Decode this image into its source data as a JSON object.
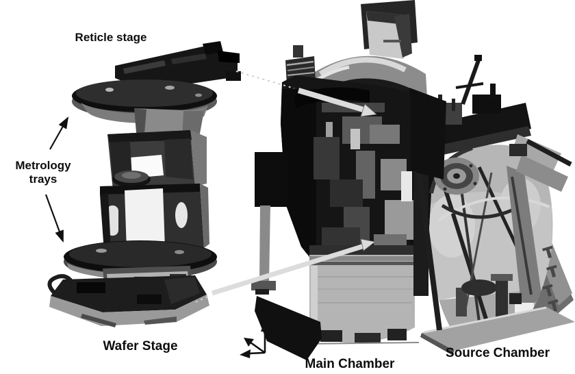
{
  "figure": {
    "labels": {
      "reticle_stage": "Reticle stage",
      "metrology_trays": {
        "line1": "Metrology",
        "line2": "trays"
      },
      "wafer_stage": "Wafer Stage",
      "main_chamber": "Main Chamber",
      "source_chamber": "Source Chamber"
    },
    "colors": {
      "background": "#ffffff",
      "label_text": "#0d0d0d",
      "annotation_arrow": "#111111",
      "highlight_arrow": "#d9d9d9",
      "machine_dark": "#151515",
      "machine_mid": "#777777",
      "machine_light": "#b5b5b5"
    },
    "icons": {
      "axis_triad": "coordinate-axes-icon"
    }
  }
}
